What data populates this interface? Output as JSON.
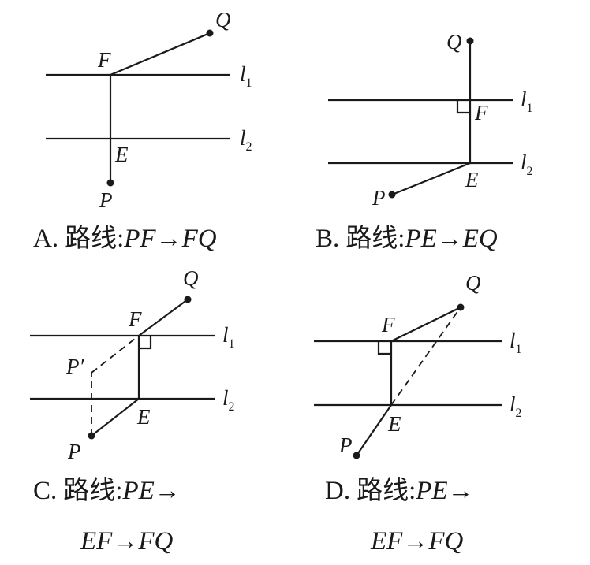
{
  "points": {
    "P": "P",
    "Pp": "P′",
    "E": "E",
    "F": "F",
    "Q": "Q"
  },
  "lines": {
    "l": "l",
    "sub1": "1",
    "sub2": "2"
  },
  "options": [
    {
      "letter": "A.",
      "label": "路线:",
      "route": "PF→FQ"
    },
    {
      "letter": "B.",
      "label": "路线:",
      "route": "PE→EQ"
    },
    {
      "letter": "C.",
      "label": "路线:",
      "route": "PE→",
      "route_line2": "EF→FQ"
    },
    {
      "letter": "D.",
      "label": "路线:",
      "route": "PE→",
      "route_line2": "EF→FQ"
    }
  ]
}
